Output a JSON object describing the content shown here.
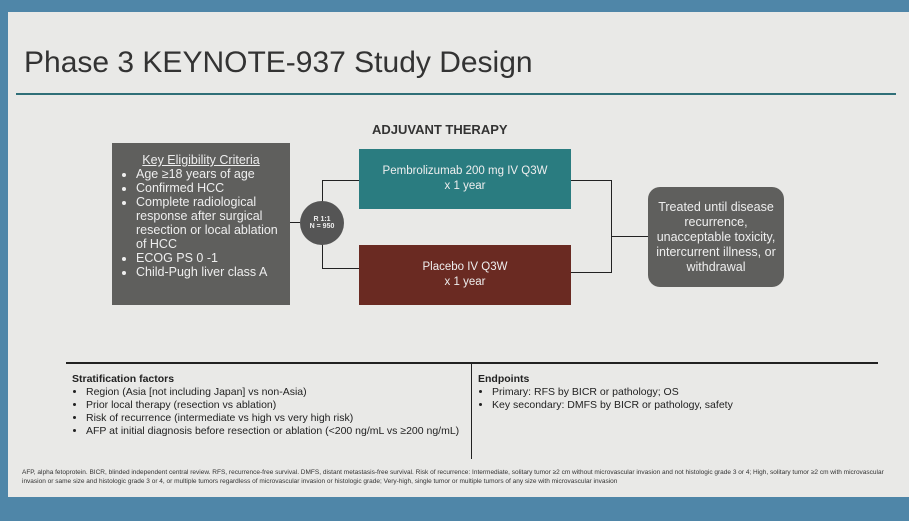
{
  "title": "Phase 3 KEYNOTE-937 Study Design",
  "adjuvant_label": "ADJUVANT THERAPY",
  "eligibility": {
    "heading": "Key Eligibility Criteria",
    "items": [
      "Age ≥18 years of age",
      "Confirmed HCC",
      "Complete radiological response after surgical resection or local ablation of HCC",
      "ECOG PS 0 -1",
      "Child-Pugh liver class A"
    ]
  },
  "randomization": {
    "ratio": "R 1:1",
    "n": "N = 950"
  },
  "arms": [
    {
      "line1": "Pembrolizumab 200 mg IV Q3W",
      "line2": "x 1 year",
      "color": "#2a7c80"
    },
    {
      "line1": "Placebo IV Q3W",
      "line2": "x 1 year",
      "color": "#6a2a22"
    }
  ],
  "outcome": "Treated until disease recurrence, unacceptable toxicity, intercurrent illness, or withdrawal",
  "stratification": {
    "heading": "Stratification factors",
    "items": [
      "Region (Asia [not including Japan] vs non-Asia)",
      "Prior local therapy (resection vs ablation)",
      "Risk of recurrence (intermediate vs high vs very high risk)",
      "AFP at initial diagnosis before resection or ablation (<200 ng/mL vs ≥200 ng/mL)"
    ]
  },
  "endpoints": {
    "heading": "Endpoints",
    "items": [
      "Primary: RFS by BICR or pathology; OS",
      "Key secondary: DMFS by BICR or pathology, safety"
    ]
  },
  "footnote": "AFP, alpha fetoprotein. BICR, blinded independent central review. RFS, recurrence-free survival. DMFS, distant metastasis-free survival. Risk of recurrence: Intermediate, solitary tumor ≥2 cm without microvascular invasion and not histologic grade 3 or 4; High, solitary tumor ≥2 cm with microvascular invasion or same size and histologic grade 3 or 4, or multiple tumors regardless of microvascular invasion or histologic grade; Very-high, single tumor or multiple tumors of any size with microvascular invasion"
}
